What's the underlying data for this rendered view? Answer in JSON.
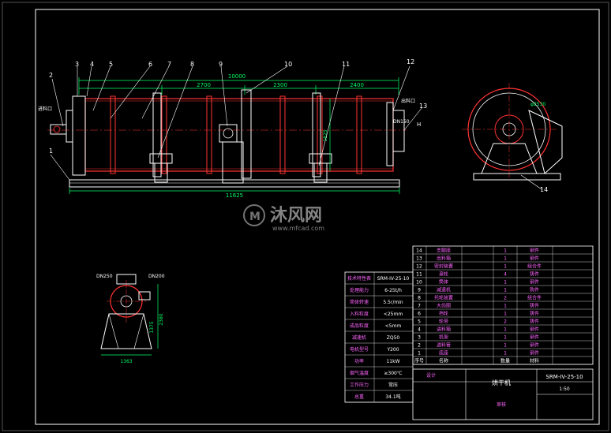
{
  "colors": {
    "background": "#000000",
    "frame": "#ffffff",
    "shell": "#ff3333",
    "structure": "#ffffff",
    "dimension": "#00ff66",
    "table_text": "#ff66ff",
    "table_lines": "#ffffff",
    "leader": "#ffffff"
  },
  "callouts": [
    "1",
    "2",
    "3",
    "4",
    "5",
    "6",
    "7",
    "8",
    "9",
    "10",
    "11",
    "12",
    "13",
    "14"
  ],
  "dimensions": {
    "top_overall": "10000",
    "segment_a": "2700",
    "segment_b": "2300",
    "segment_c": "2400",
    "bottom_overall": "11625",
    "shell_height": "1825",
    "side_radius": "φ2530",
    "end_width": "1363",
    "end_height": "2380",
    "end_half": "1375"
  },
  "annotations": {
    "left_nozzle": "进料口",
    "right_nozzle": "出料口",
    "dn_right": "DN150",
    "end_dn_left": "DN250",
    "end_dn_right": "DN200",
    "h_mark": "H"
  },
  "watermark": {
    "brand": "沐风网",
    "url": "www.mfcad.com"
  },
  "spec_table": {
    "title": "技术特性表",
    "model": "SRM-IV-25-10",
    "rows": [
      [
        "处理能力",
        "6-25t/h"
      ],
      [
        "简体转速",
        "5.5r/min"
      ],
      [
        "入料粒度",
        "<25mm"
      ],
      [
        "成品粒度",
        "<5mm"
      ],
      [
        "减速机",
        "ZQ50"
      ],
      [
        "电机型号",
        "Y200"
      ],
      [
        "功率",
        "11kW"
      ],
      [
        "烟气温度",
        "≥300℃"
      ],
      [
        "工作压力",
        "常压"
      ],
      [
        "总重",
        "34.1吨"
      ]
    ]
  },
  "bom": {
    "rows": [
      [
        "14",
        "支腿座",
        "1",
        "钢件"
      ],
      [
        "13",
        "出料箱",
        "1",
        "钢件"
      ],
      [
        "12",
        "密封装置",
        "1",
        "组合件"
      ],
      [
        "11",
        "滚轮",
        "4",
        "铸件"
      ],
      [
        "10",
        "筒体",
        "1",
        "钢件"
      ],
      [
        "9",
        "减速机",
        "1",
        "购件"
      ],
      [
        "8",
        "托轮装置",
        "2",
        "组合件"
      ],
      [
        "7",
        "大齿圈",
        "1",
        "铸件"
      ],
      [
        "6",
        "挡轮",
        "1",
        "铸件"
      ],
      [
        "5",
        "轮带",
        "2",
        "铸件"
      ],
      [
        "4",
        "进料箱",
        "1",
        "钢件"
      ],
      [
        "3",
        "机架",
        "1",
        "钢件"
      ],
      [
        "2",
        "进料管",
        "1",
        "钢件"
      ],
      [
        "1",
        "底座",
        "1",
        "钢件"
      ]
    ],
    "header": [
      "序号",
      "名称",
      "数量",
      "材料"
    ]
  },
  "title_block": {
    "drawing_no": "SRM-IV-25-10",
    "name": "烘干机",
    "scale": "1:50",
    "designer": "设计",
    "checker": "审核"
  }
}
